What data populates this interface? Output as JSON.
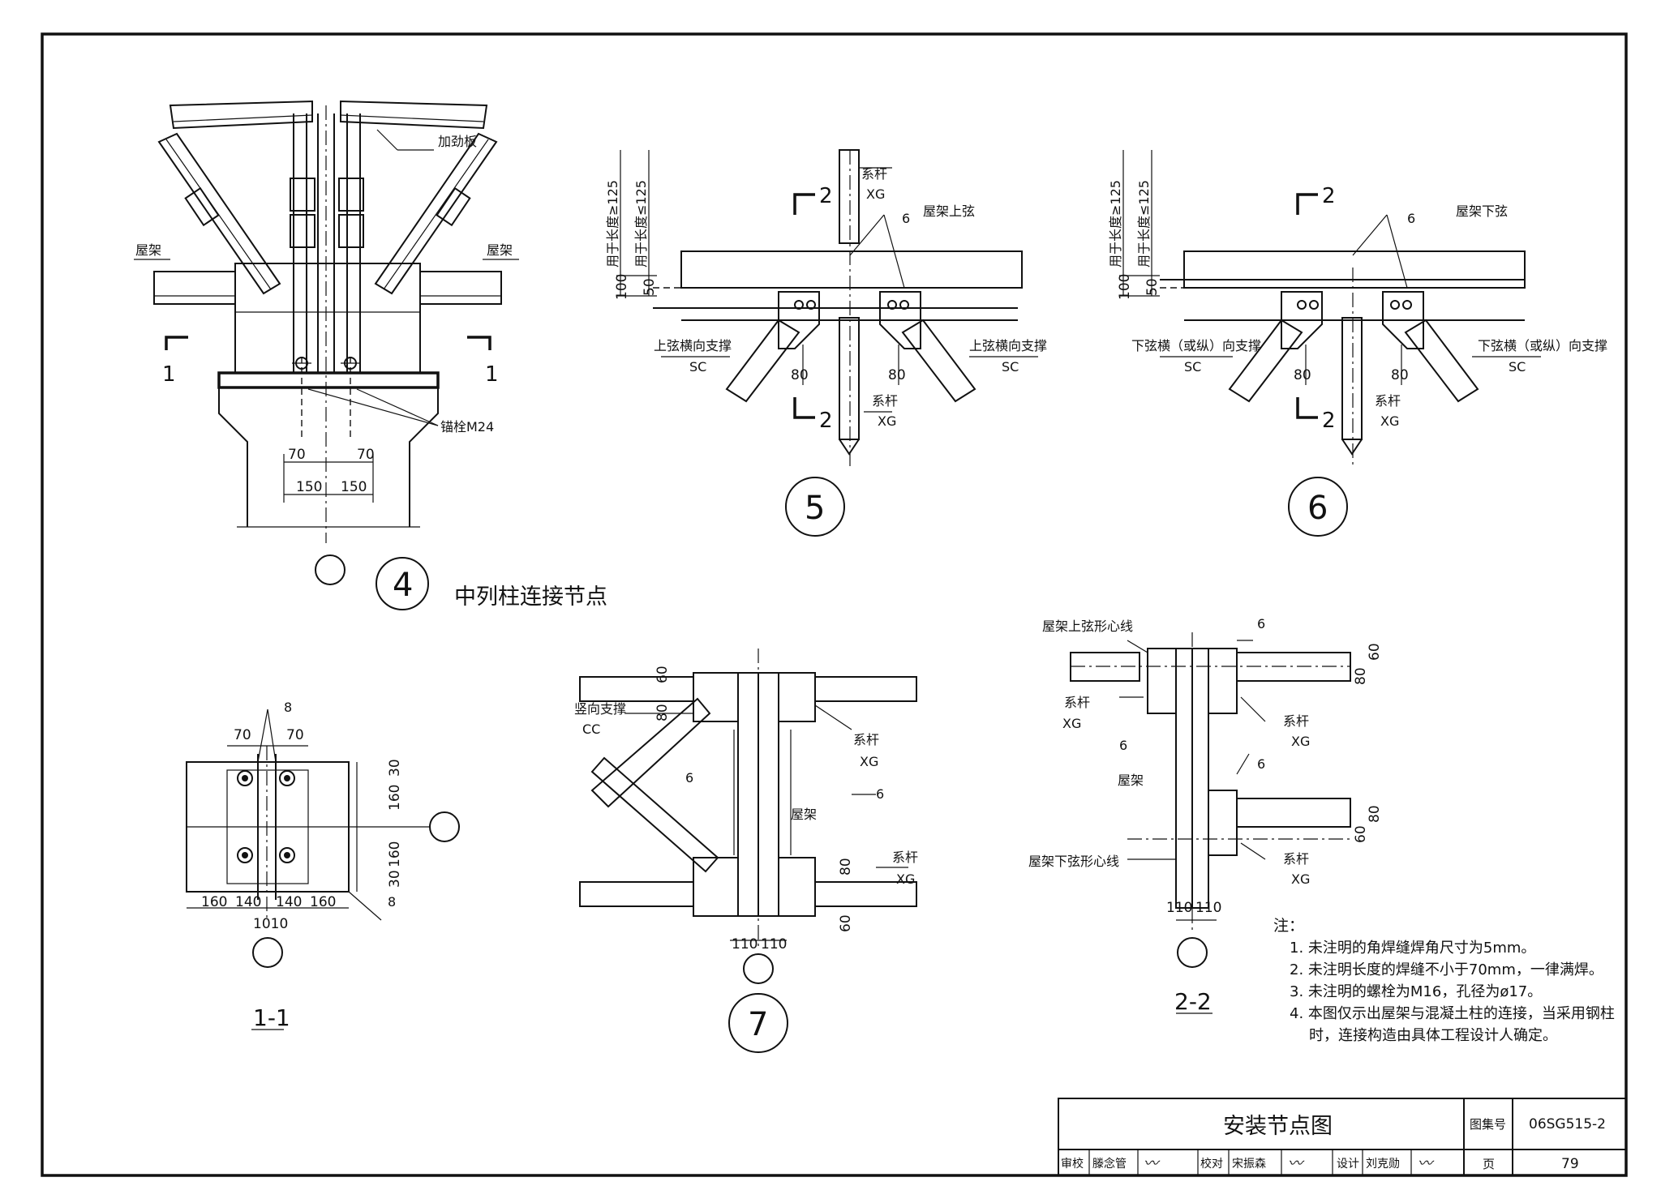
{
  "drawing_number": "06SG515-2",
  "sheet_title": "安装节点图",
  "page_number": "79",
  "title_block": {
    "atlas_label": "图集号",
    "page_label": "页",
    "review_label": "审校",
    "reviewer": "滕念管",
    "check_label": "校对",
    "checker": "宋振森",
    "design_label": "设计",
    "designer": "刘克勋"
  },
  "detail4": {
    "number": "4",
    "caption": "中列柱连接节点",
    "label_roof_truss_left": "屋架",
    "label_roof_truss_right": "屋架",
    "label_stiffener": "加劲板",
    "label_anchor": "锚栓M24",
    "section_mark": "1",
    "dims": [
      "70",
      "70",
      "150",
      "150"
    ]
  },
  "detail5": {
    "number": "5",
    "section_mark": "2",
    "label_tie": "系杆",
    "code_tie": "XG",
    "label_top_chord": "屋架上弦",
    "label_brace": "上弦横向支撑",
    "code_brace": "SC",
    "weld": "6",
    "dim_vert_1": "用于长度≥125",
    "dim_vert_2": "用于长度≤125",
    "dims": [
      "100",
      "50",
      "80",
      "80"
    ]
  },
  "detail6": {
    "number": "6",
    "section_mark": "2",
    "label_tie": "系杆",
    "code_tie": "XG",
    "label_bottom_chord": "屋架下弦",
    "label_brace": "下弦横（或纵）向支撑",
    "code_brace": "SC",
    "weld": "6",
    "dim_vert_1": "用于长度≥125",
    "dim_vert_2": "用于长度≤125",
    "dims": [
      "100",
      "50",
      "80",
      "80"
    ]
  },
  "detail7": {
    "number": "7",
    "label_vertical_brace": "竖向支撑",
    "code_vertical_brace": "CC",
    "label_tie": "系杆",
    "code_tie": "XG",
    "label_truss": "屋架",
    "weld_a": "6",
    "weld_b": "6",
    "dims": [
      "60",
      "80",
      "80",
      "60",
      "110",
      "110"
    ]
  },
  "section11": {
    "title": "1-1",
    "weld_top": "8",
    "weld_side": "8",
    "dims_top": [
      "70",
      "70"
    ],
    "dims_right": [
      "30",
      "160",
      "160",
      "30"
    ],
    "dims_bottom": [
      "160",
      "140",
      "140",
      "160"
    ],
    "dim_center": "1010"
  },
  "section22": {
    "title": "2-2",
    "label_top_centerline": "屋架上弦形心线",
    "label_bottom_centerline": "屋架下弦形心线",
    "label_tie_left": "系杆",
    "code_tie_left": "XG",
    "label_truss": "屋架",
    "label_tie_r1": "系杆",
    "code_tie_r1": "XG",
    "label_tie_r2": "系杆",
    "code_tie_r2": "XG",
    "weld_1": "6",
    "weld_2": "6",
    "weld_3": "6",
    "dims_right_top": [
      "80",
      "60"
    ],
    "dims_right_bot": [
      "80",
      "60"
    ],
    "dims_bottom": [
      "110",
      "110"
    ]
  },
  "notes": {
    "heading": "注：",
    "items": [
      "1. 未注明的角焊缝焊角尺寸为5mm。",
      "2. 未注明长度的焊缝不小于70mm，一律满焊。",
      "3. 未注明的螺栓为M16，孔径为ø17。",
      "4. 本图仅示出屋架与混凝土柱的连接，当采用钢柱",
      "时，连接构造由具体工程设计人确定。"
    ]
  }
}
